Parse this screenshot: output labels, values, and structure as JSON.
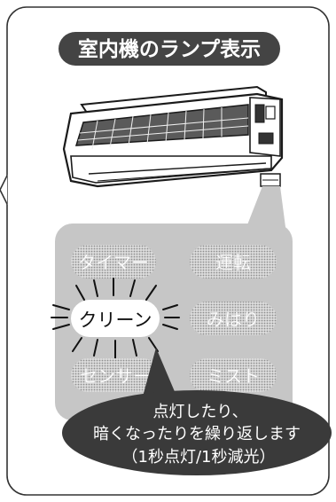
{
  "title": "室内機のランプ表示",
  "lamps": [
    {
      "label": "タイマー",
      "state": "off"
    },
    {
      "label": "運転",
      "state": "off"
    },
    {
      "label": "クリーン",
      "state": "blinking"
    },
    {
      "label": "みはり",
      "state": "off"
    },
    {
      "label": "センサー",
      "state": "off"
    },
    {
      "label": "ミスト",
      "state": "off"
    }
  ],
  "callout": {
    "line1": "点灯したり、",
    "line2": "暗くなったりを繰り返します",
    "line3": "（1秒点灯/1秒減光）"
  },
  "colors": {
    "title_bg": "#444444",
    "panel_bg": "#c6c6c6",
    "callout_bg": "#3a3a3a",
    "lamp_dim_text": "#ffffff"
  }
}
